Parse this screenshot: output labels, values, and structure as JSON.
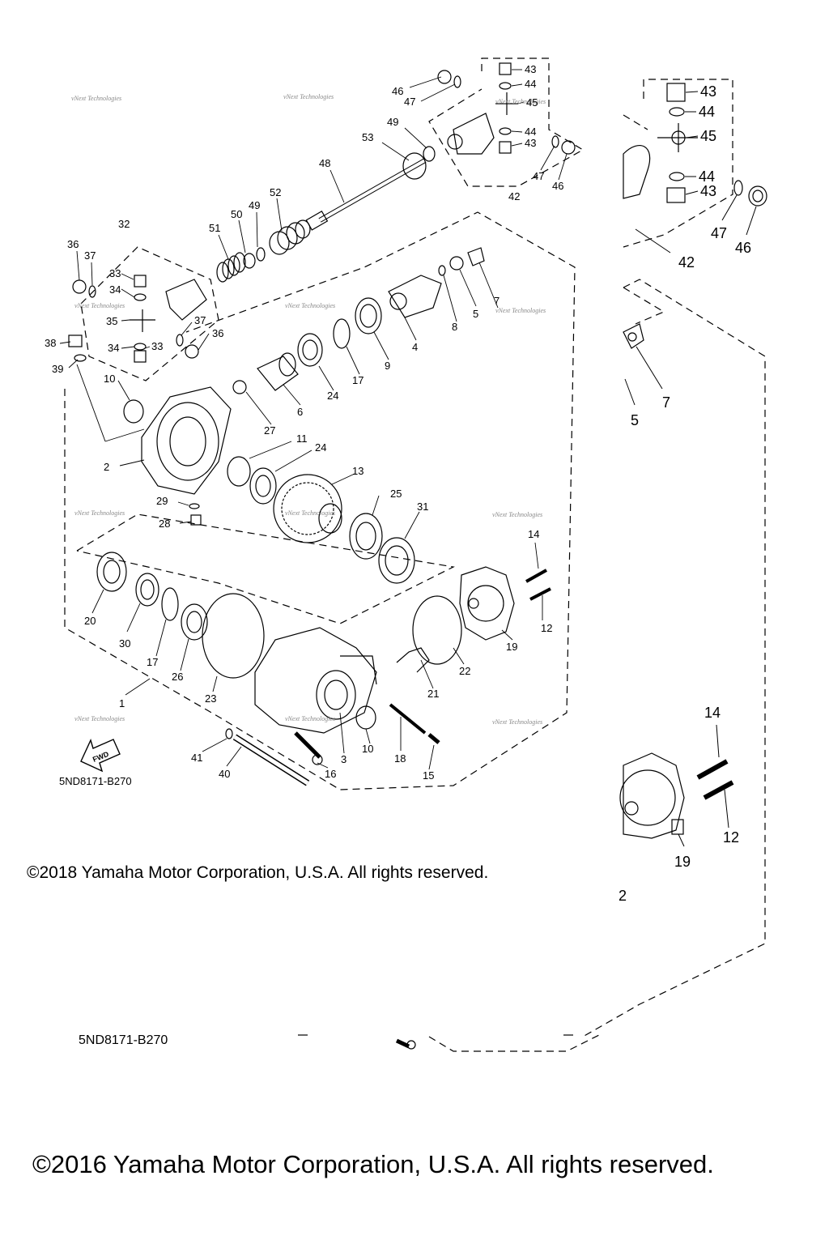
{
  "diagram": {
    "code_main": "5ND8171-B270",
    "code_bottom": "5ND8171-B270",
    "fwd_label": "FWD",
    "watermark": "vNext Technologies",
    "copyright_2018": "©2018 Yamaha Motor Corporation, U.S.A. All rights reserved.",
    "copyright_2016": "©2016 Yamaha Motor Corporation, U.S.A. All rights reserved."
  },
  "callouts_main": [
    {
      "id": "c-43a",
      "text": "43"
    },
    {
      "id": "c-44a",
      "text": "44"
    },
    {
      "id": "c-45a",
      "text": "45"
    },
    {
      "id": "c-44b",
      "text": "44"
    },
    {
      "id": "c-43b",
      "text": "43"
    },
    {
      "id": "c-46a",
      "text": "46"
    },
    {
      "id": "c-47a",
      "text": "47"
    },
    {
      "id": "c-49a",
      "text": "49"
    },
    {
      "id": "c-53",
      "text": "53"
    },
    {
      "id": "c-47b",
      "text": "47"
    },
    {
      "id": "c-46b",
      "text": "46"
    },
    {
      "id": "c-42",
      "text": "42"
    },
    {
      "id": "c-48",
      "text": "48"
    },
    {
      "id": "c-52",
      "text": "52"
    },
    {
      "id": "c-49b",
      "text": "49"
    },
    {
      "id": "c-50",
      "text": "50"
    },
    {
      "id": "c-51",
      "text": "51"
    },
    {
      "id": "c-32",
      "text": "32"
    },
    {
      "id": "c-36a",
      "text": "36"
    },
    {
      "id": "c-37a",
      "text": "37"
    },
    {
      "id": "c-33a",
      "text": "33"
    },
    {
      "id": "c-34a",
      "text": "34"
    },
    {
      "id": "c-35",
      "text": "35"
    },
    {
      "id": "c-37b",
      "text": "37"
    },
    {
      "id": "c-36b",
      "text": "36"
    },
    {
      "id": "c-38",
      "text": "38"
    },
    {
      "id": "c-34b",
      "text": "34"
    },
    {
      "id": "c-33b",
      "text": "33"
    },
    {
      "id": "c-39",
      "text": "39"
    },
    {
      "id": "c-10a",
      "text": "10"
    },
    {
      "id": "c-7",
      "text": "7"
    },
    {
      "id": "c-5",
      "text": "5"
    },
    {
      "id": "c-8",
      "text": "8"
    },
    {
      "id": "c-4",
      "text": "4"
    },
    {
      "id": "c-9",
      "text": "9"
    },
    {
      "id": "c-17a",
      "text": "17"
    },
    {
      "id": "c-24a",
      "text": "24"
    },
    {
      "id": "c-6",
      "text": "6"
    },
    {
      "id": "c-27",
      "text": "27"
    },
    {
      "id": "c-11",
      "text": "11"
    },
    {
      "id": "c-24b",
      "text": "24"
    },
    {
      "id": "c-13",
      "text": "13"
    },
    {
      "id": "c-2",
      "text": "2"
    },
    {
      "id": "c-25",
      "text": "25"
    },
    {
      "id": "c-31",
      "text": "31"
    },
    {
      "id": "c-29",
      "text": "29"
    },
    {
      "id": "c-28",
      "text": "28"
    },
    {
      "id": "c-14",
      "text": "14"
    },
    {
      "id": "c-20",
      "text": "20"
    },
    {
      "id": "c-30",
      "text": "30"
    },
    {
      "id": "c-12",
      "text": "12"
    },
    {
      "id": "c-19",
      "text": "19"
    },
    {
      "id": "c-17b",
      "text": "17"
    },
    {
      "id": "c-26",
      "text": "26"
    },
    {
      "id": "c-22",
      "text": "22"
    },
    {
      "id": "c-1",
      "text": "1"
    },
    {
      "id": "c-23",
      "text": "23"
    },
    {
      "id": "c-21",
      "text": "21"
    },
    {
      "id": "c-41",
      "text": "41"
    },
    {
      "id": "c-10b",
      "text": "10"
    },
    {
      "id": "c-18",
      "text": "18"
    },
    {
      "id": "c-3",
      "text": "3"
    },
    {
      "id": "c-16",
      "text": "16"
    },
    {
      "id": "c-15",
      "text": "15"
    },
    {
      "id": "c-40",
      "text": "40"
    }
  ],
  "callouts_zoom": [
    {
      "id": "z-43a",
      "text": "43"
    },
    {
      "id": "z-44a",
      "text": "44"
    },
    {
      "id": "z-45",
      "text": "45"
    },
    {
      "id": "z-44b",
      "text": "44"
    },
    {
      "id": "z-43b",
      "text": "43"
    },
    {
      "id": "z-47",
      "text": "47"
    },
    {
      "id": "z-46",
      "text": "46"
    },
    {
      "id": "z-42",
      "text": "42"
    },
    {
      "id": "z-7",
      "text": "7"
    },
    {
      "id": "z-5",
      "text": "5"
    },
    {
      "id": "z-14",
      "text": "14"
    },
    {
      "id": "z-12",
      "text": "12"
    },
    {
      "id": "z-19",
      "text": "19"
    },
    {
      "id": "z-2",
      "text": "2"
    }
  ]
}
